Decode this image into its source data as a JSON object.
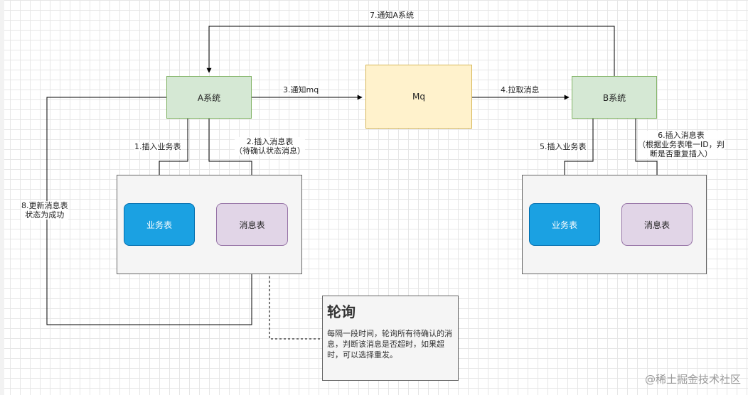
{
  "nodes": {
    "a_system": "A系统",
    "mq": "Mq",
    "b_system": "B系统",
    "a_biz_table": "业务表",
    "a_msg_table": "消息表",
    "b_biz_table": "业务表",
    "b_msg_table": "消息表"
  },
  "edges": {
    "step3": "3.通知mq",
    "step4": "4.拉取消息",
    "step7": "7.通知A系统",
    "step1": "1.插入业务表",
    "step2_line1": "2.插入消息表",
    "step2_line2": "（待确认状态消息）",
    "step5": "5.插入业务表",
    "step6_line1": "6.插入消息表",
    "step6_line2": "（根据业务表唯一ID，判",
    "step6_line3": "断是否重复插入）",
    "step8_line1": "8.更新消息表",
    "step8_line2": "状态为成功"
  },
  "note": {
    "title": "轮询",
    "body": "每隔一段时间，轮询所有待确认的消息，判断该消息是否超时，如果超时，可以选择重发。"
  },
  "watermark": "@稀土掘金技术社区",
  "colors": {
    "system_fill": "#d5e8d4",
    "mq_fill": "#fff2cc",
    "biz_table_fill": "#1ba1e2",
    "msg_table_fill": "#e1d5e7"
  }
}
